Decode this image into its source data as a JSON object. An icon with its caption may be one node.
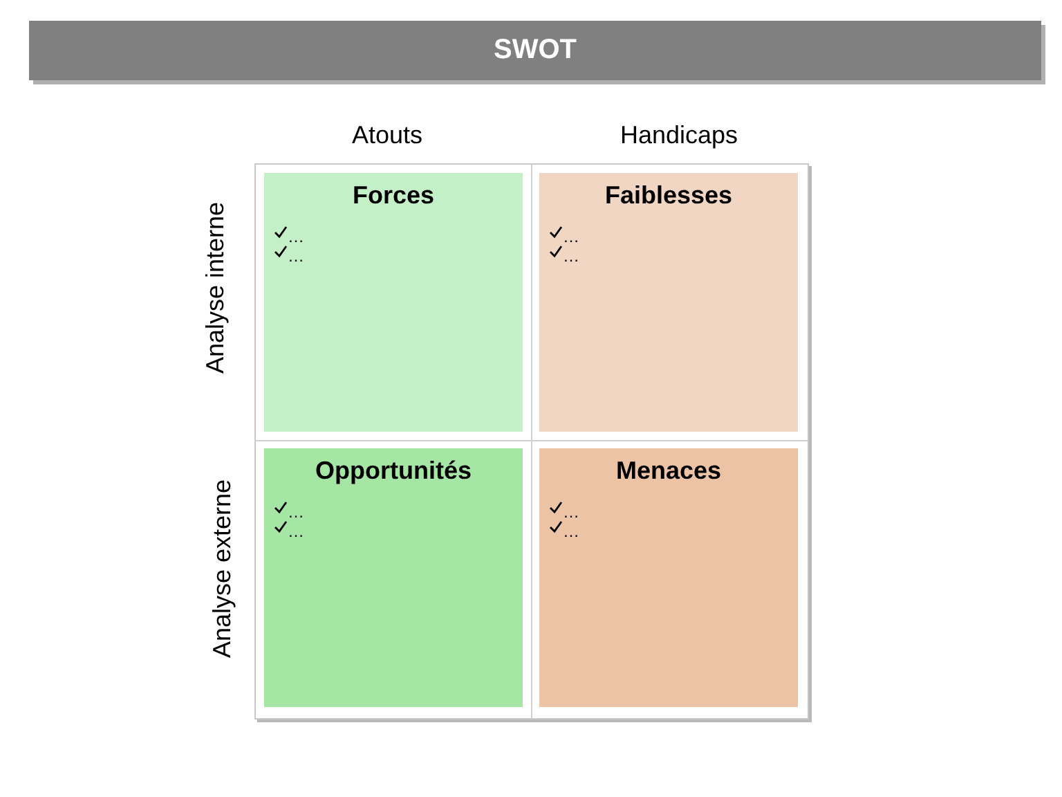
{
  "diagram": {
    "title": "SWOT",
    "nodes": [
      {
        "text": [
          "Forces",
          "…",
          "…"
        ]
      },
      {
        "text": [
          "Faiblesses",
          "…",
          "…"
        ]
      },
      {
        "text": [
          "Opportunités",
          "…",
          "…"
        ]
      },
      {
        "text": [
          "Menaces",
          "…",
          "…"
        ]
      }
    ],
    "labels": [
      "Atouts",
      "Handicaps",
      "Analyse interne",
      "Analyse externe"
    ]
  }
}
